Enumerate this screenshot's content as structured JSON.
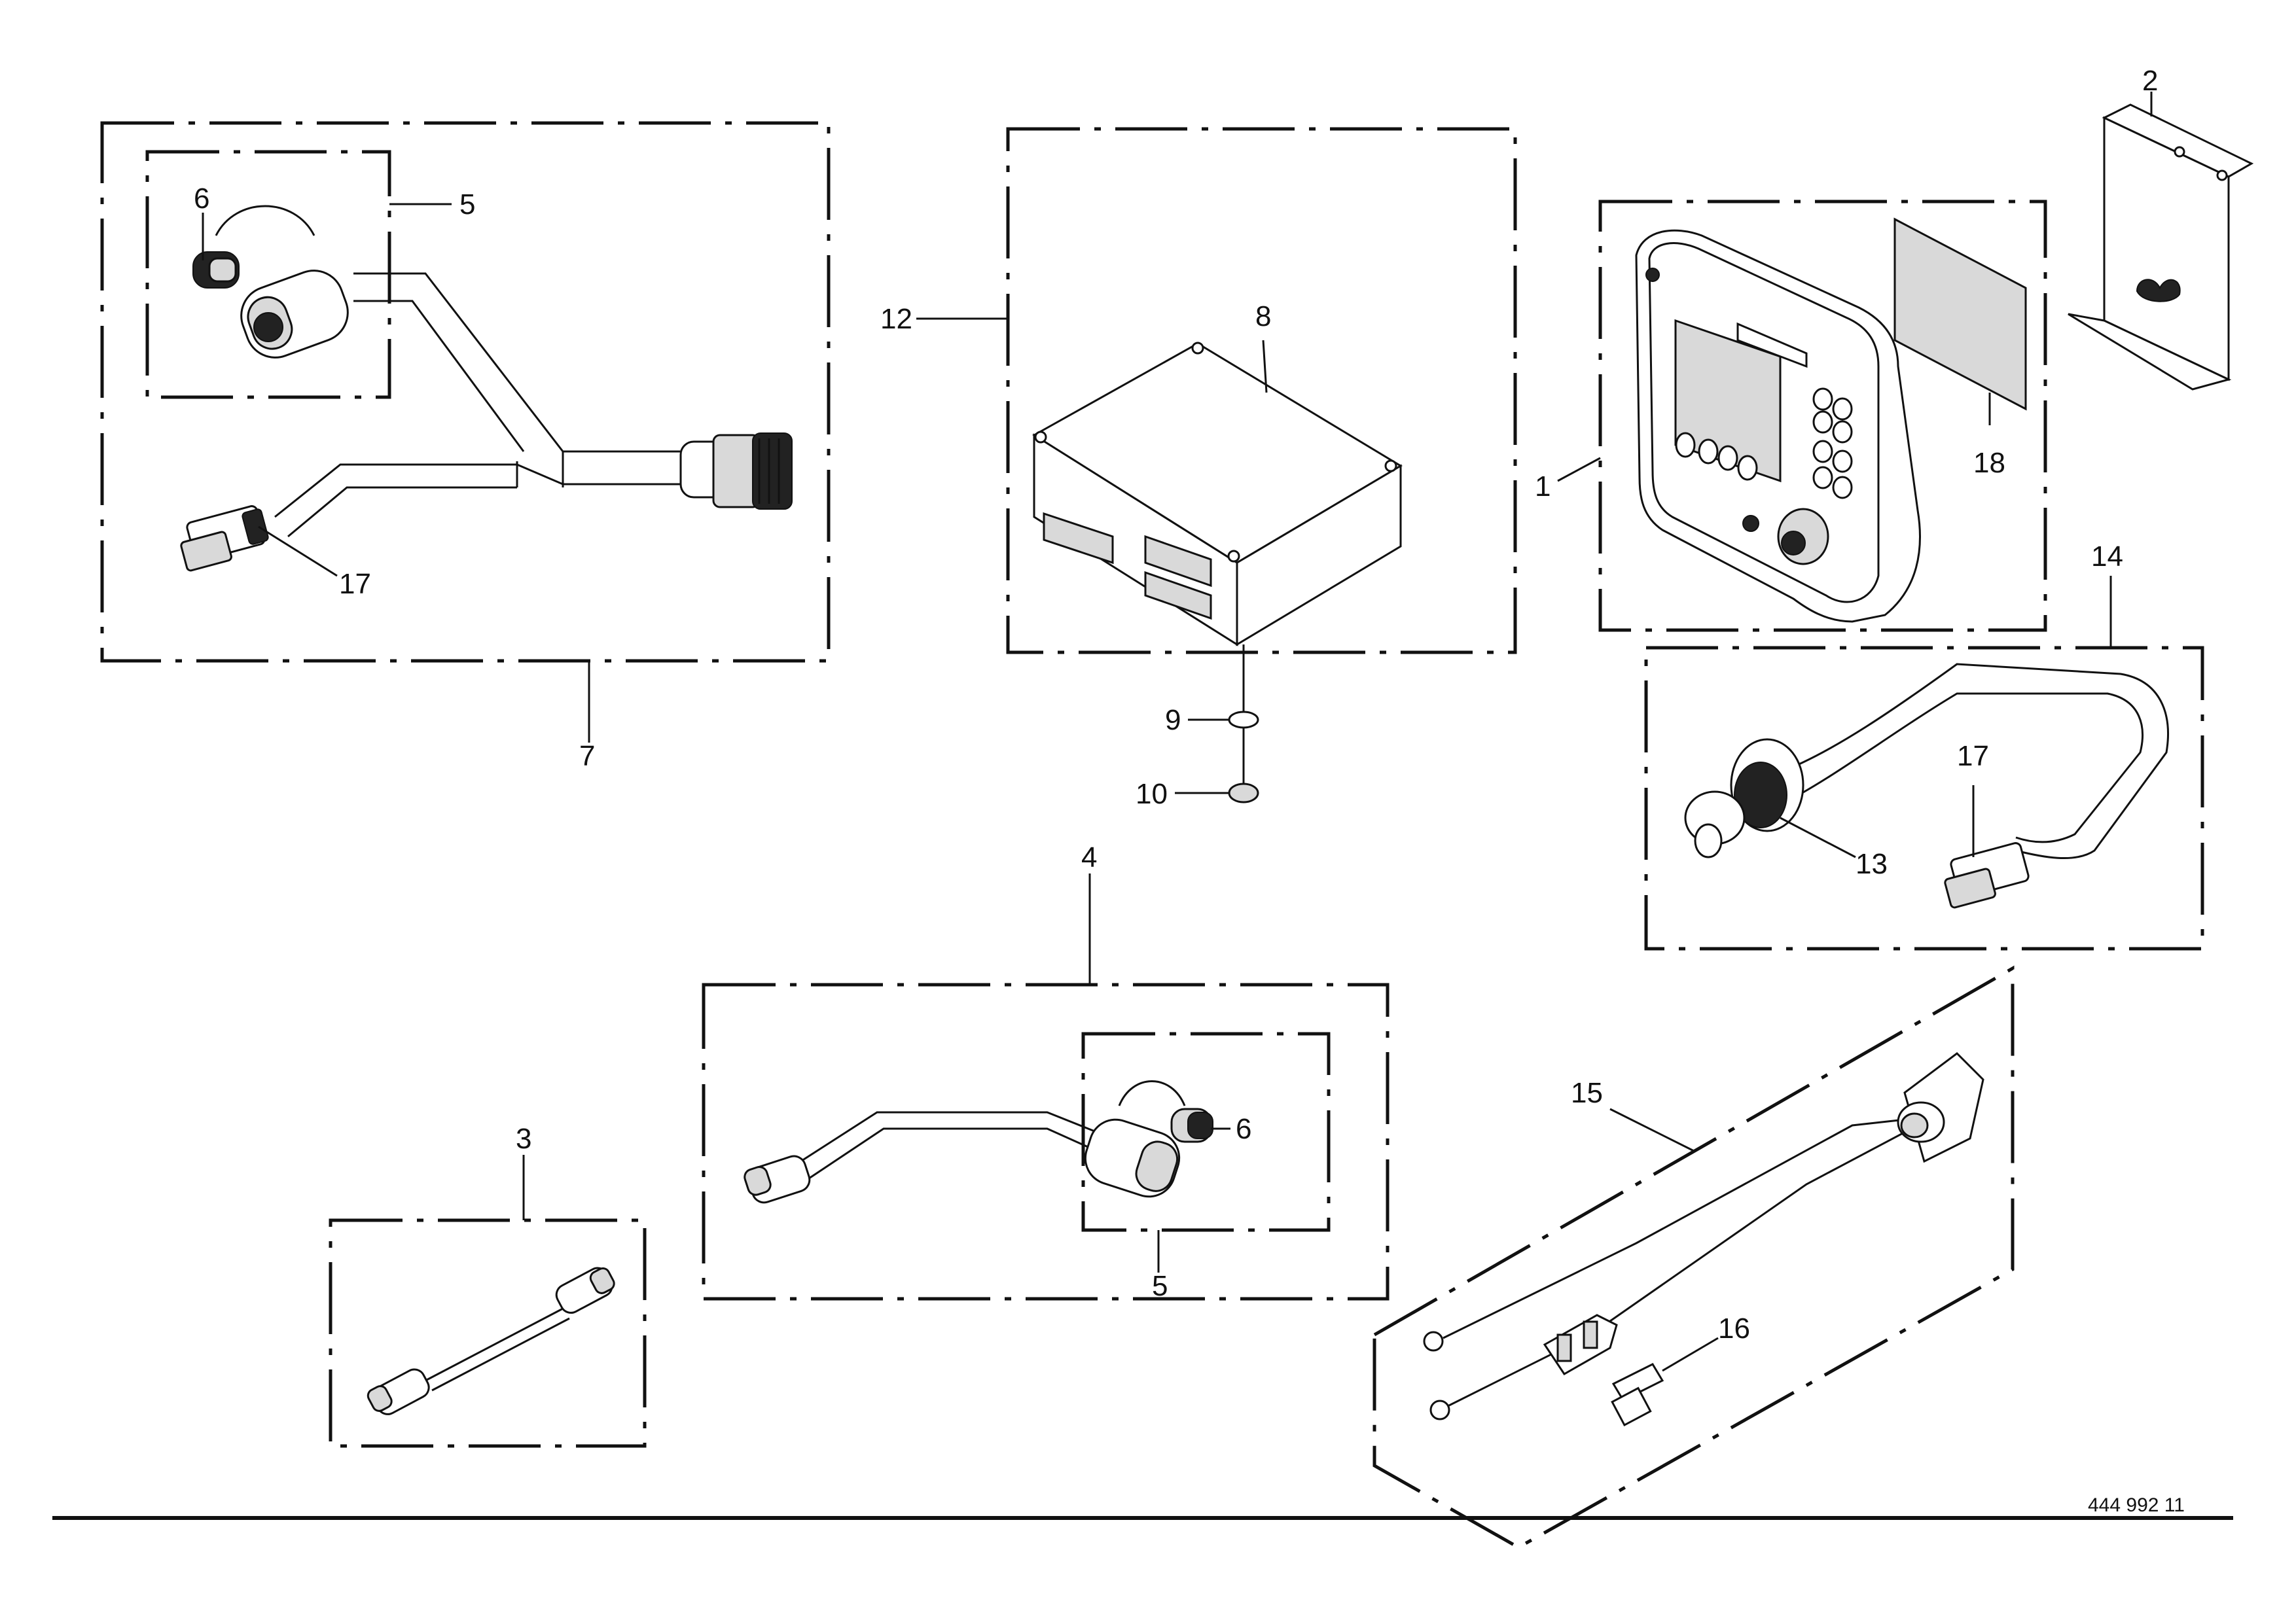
{
  "drawing_number": "444 992 11",
  "callouts": {
    "c1": "1",
    "c2": "2",
    "c3": "3",
    "c4": "4",
    "c5a": "5",
    "c5b": "5",
    "c6a": "6",
    "c6b": "6",
    "c7": "7",
    "c8": "8",
    "c9": "9",
    "c10": "10",
    "c12": "12",
    "c13": "13",
    "c14": "14",
    "c15": "15",
    "c16": "16",
    "c17a": "17",
    "c17b": "17",
    "c18": "18"
  }
}
